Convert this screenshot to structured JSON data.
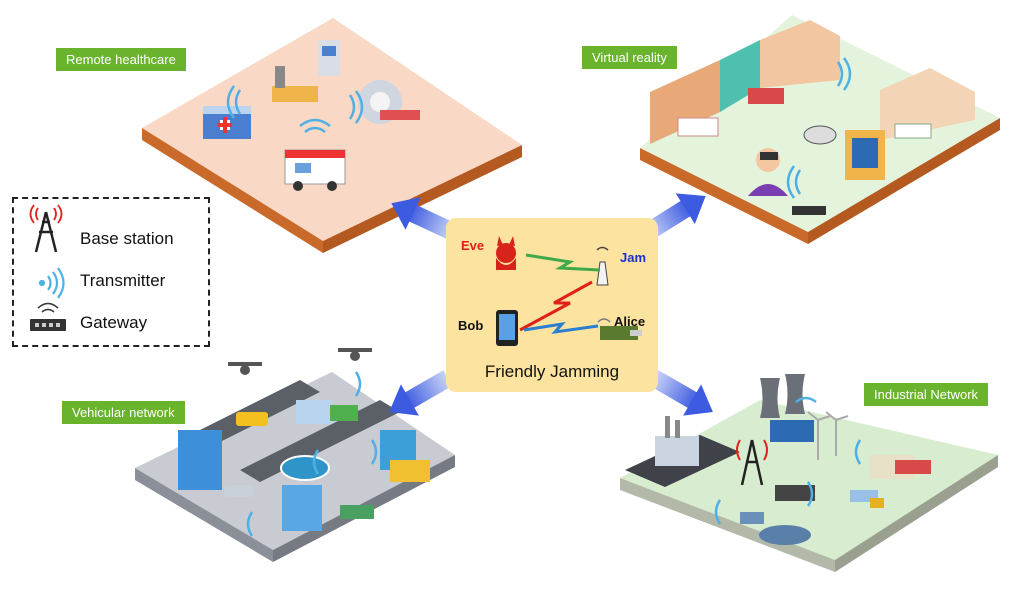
{
  "legend": {
    "items": [
      {
        "label": "Base station",
        "icon": "base-station-icon"
      },
      {
        "label": "Transmitter",
        "icon": "transmitter-icon"
      },
      {
        "label": "Gateway",
        "icon": "gateway-icon"
      }
    ]
  },
  "center": {
    "title": "Friendly Jamming",
    "nodes": {
      "eve": "Eve",
      "jam": "Jam",
      "bob": "Bob",
      "alice": "Alice"
    },
    "colors": {
      "panel": "#fde3a0",
      "eve": "#e0201b",
      "jam": "#1a2fd0",
      "bob": "#111111",
      "alice": "#111111"
    }
  },
  "scenarios": {
    "remote_healthcare": "Remote healthcare",
    "virtual_reality": "Virtual reality",
    "vehicular_network": "Vehicular network",
    "industrial_network": "Industrial Network"
  },
  "colors": {
    "tag": "#6ab42d",
    "arrow": "#3d5be0",
    "tile_edge": "#c96a2a"
  }
}
